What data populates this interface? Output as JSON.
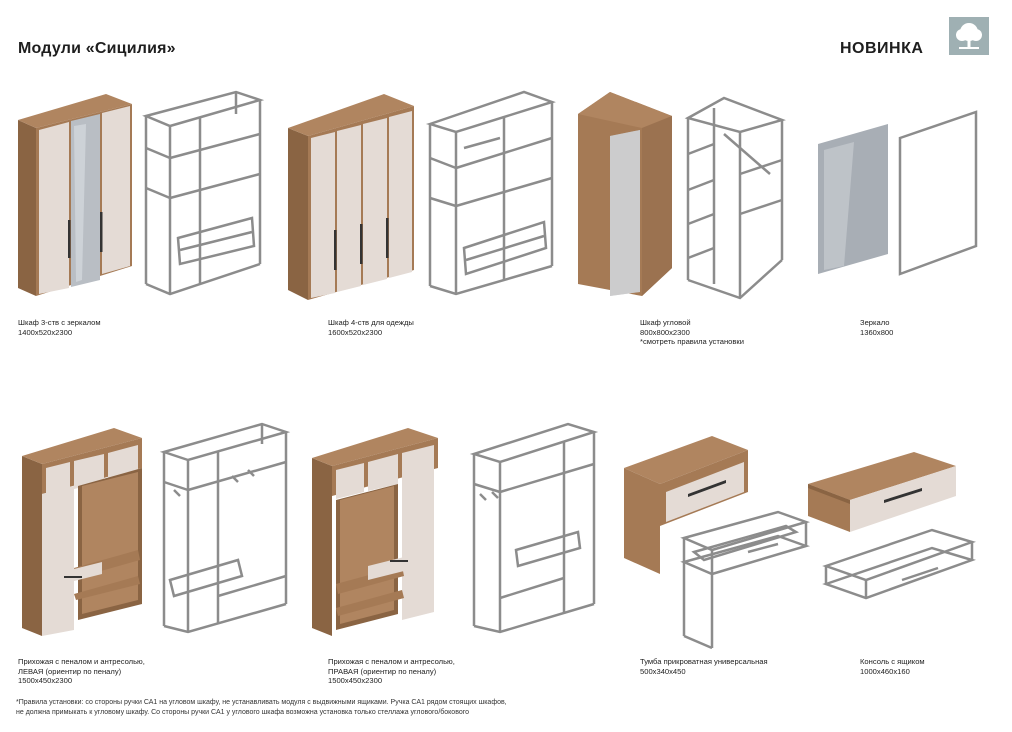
{
  "header": {
    "title": "Модули «Сицилия»",
    "badge": "НОВИНКА",
    "logo_icon": "tree-logo-icon"
  },
  "colors": {
    "wood": "#a57a55",
    "wood_dark": "#8a6443",
    "panel": "#e4dbd5",
    "mirror": "#b9bec4",
    "frame": "#8c8c8c",
    "logo_bg": "#9fb0b3"
  },
  "modules": [
    {
      "name": "Шкаф 3-ств с зеркалом",
      "size": "1400х520х2300",
      "note": ""
    },
    {
      "name": "Шкаф 4-ств для одежды",
      "size": "1600х520х2300",
      "note": ""
    },
    {
      "name": "Шкаф угловой",
      "size": "800х800х2300",
      "note": "*смотреть правила установки"
    },
    {
      "name": "Зеркало",
      "size": "1360х800",
      "note": ""
    },
    {
      "name": "Прихожая с пеналом и антресолью,",
      "name2": "ЛЕВАЯ (ориентир по пеналу)",
      "size": "1500х450х2300"
    },
    {
      "name": "Прихожая с пеналом и антресолью,",
      "name2": "ПРАВАЯ (ориентир по пеналу)",
      "size": "1500х450х2300"
    },
    {
      "name": "Тумба прикроватная универсальная",
      "size": "500х340х450",
      "note": ""
    },
    {
      "name": "Консоль с ящиком",
      "size": "1000х460х160",
      "note": ""
    }
  ],
  "footnote": {
    "line1": "*Правила установки: со стороны ручки СА1 на угловом шкафу, не устанавливать модуля с выдвижными ящиками. Ручка СА1 рядом стоящих шкафов,",
    "line2": "не должна примыкать к угловому шкафу. Со стороны ручки СА1 у углового шкафа возможна установка только стеллажа углового/бокового"
  }
}
